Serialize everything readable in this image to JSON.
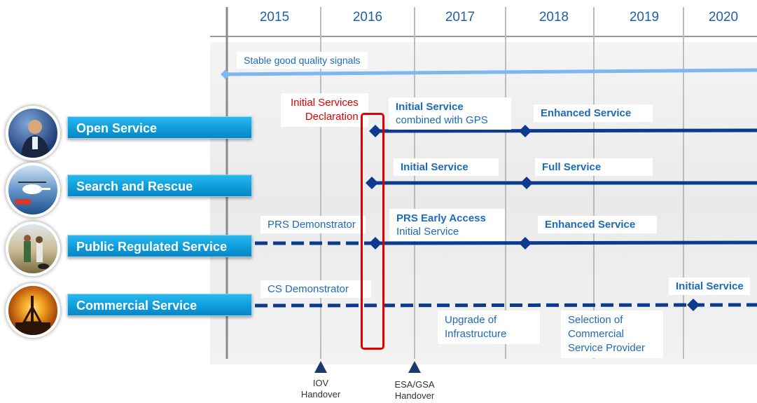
{
  "timeline": {
    "years": [
      "2015",
      "2016",
      "2017",
      "2018",
      "2019",
      "2020"
    ],
    "signals_label": "Stable good quality signals"
  },
  "services": [
    {
      "name": "Open Service",
      "avatar": "businessman-phone-photo"
    },
    {
      "name": "Search and Rescue",
      "avatar": "rescue-helicopter-photo"
    },
    {
      "name": "Public Regulated Service",
      "avatar": "field-workers-photo"
    },
    {
      "name": "Commercial Service",
      "avatar": "sunset-oil-rig-photo"
    }
  ],
  "labels": {
    "initial_services_declaration_1": "Initial Services",
    "initial_services_declaration_2": "Declaration",
    "os_initial_1": "Initial Service",
    "os_initial_2": "combined with GPS",
    "os_enhanced": "Enhanced Service",
    "sar_initial": "Initial Service",
    "sar_full": "Full Service",
    "prs_demonstrator": "PRS Demonstrator",
    "prs_early_1": "PRS Early Access",
    "prs_early_2": "Initial Service",
    "prs_enhanced": "Enhanced Service",
    "cs_demonstrator": "CS Demonstrator",
    "cs_initial": "Initial Service",
    "upgrade_1": "Upgrade of",
    "upgrade_2": "Infrastructure",
    "selection_1": "Selection of",
    "selection_2": "Commercial",
    "selection_3": "Service Provider"
  },
  "milestones": [
    {
      "line1": "IOV",
      "line2": "Handover"
    },
    {
      "line1": "ESA/GSA",
      "line2": "Handover"
    }
  ],
  "colors": {
    "line_dark": "#0b3a8f",
    "line_light": "#7fb6ef",
    "button": "#0d9ad9",
    "highlight": "#e00000",
    "year_text": "#1e5fa8"
  }
}
